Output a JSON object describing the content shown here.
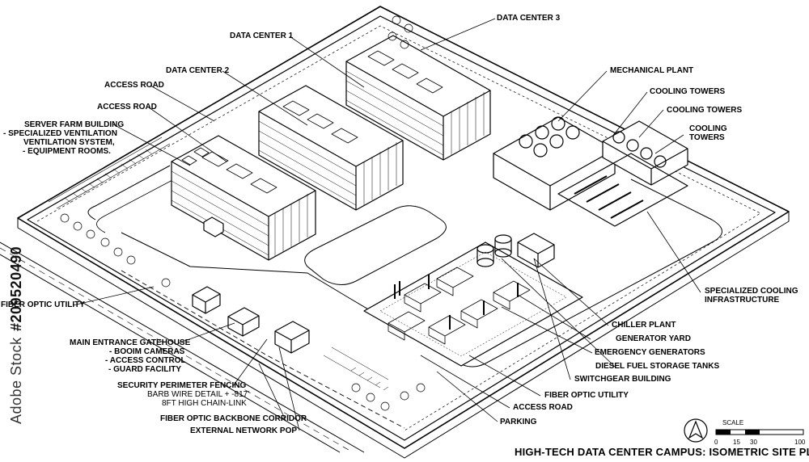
{
  "labels": {
    "data_center_3": "DATA CENTER 3",
    "data_center_1": "DATA CENTER 1",
    "data_center_2": "DATA CENTER 2",
    "access_road_1": "ACCESS ROAD",
    "access_road_2": "ACCESS ROAD",
    "server_farm": "SERVER FARM BUILDING",
    "server_farm_l1": "- SPECIALIZED VENTILATION",
    "server_farm_l2": "VENTILATION SYSTEM,",
    "server_farm_l3": "- EQUIPMENT ROOMS.",
    "fiber_optic_utility_left": "FIBER OPTIC UTILITY",
    "gatehouse": "MAIN ENTRANCE GATEHOUSE",
    "gatehouse_l1": "- BOOIM CAMERAS",
    "gatehouse_l2": "- ACCESS CONTROL",
    "gatehouse_l3": "- GUARD FACILITY",
    "fencing": "SECURITY PERIMETER FENCING",
    "fencing_l1": "BARB WIRE DETAIL + -817'",
    "fencing_l2": "8FT HIGH CHAIN-LINK",
    "backbone": "FIBER OPTIC BACKBONE CORRIDOR",
    "network_pop": "EXTERNAL NETWORK POP",
    "mechanical_plant": "MECHANICAL PLANT",
    "cooling_towers_1": "COOLING TOWERS",
    "cooling_towers_2": "COOLING TOWERS",
    "cooling_towers_3a": "COOLING",
    "cooling_towers_3b": "TOWERS",
    "cooling_infra_1": "SPECIALIZED COOLING",
    "cooling_infra_2": "INFRASTRUCTURE",
    "chiller_plant": "CHILLER PLANT",
    "generator_yard": "GENERATOR YARD",
    "emergency_generators": "EMERGENCY GENERATORS",
    "diesel_tanks": "DIESEL FUEL STORAGE TANKS",
    "switchgear": "SWITCHGEAR BUILDING",
    "fiber_optic_utility_right": "FIBER OPTIC UTILITY",
    "access_road_3": "ACCESS ROAD",
    "parking": "PARKING"
  },
  "scale": {
    "label": "SCALE",
    "ticks": [
      "0",
      "15",
      "30",
      "100"
    ]
  },
  "north_arrow": "north-arrow-icon",
  "title": "HIGH-TECH DATA CENTER CAMPUS: ISOMETRIC SITE PLAN",
  "watermark": {
    "text": "Adobe Stock",
    "id": "#209520490"
  },
  "colors": {
    "ink": "#000000",
    "paper": "#ffffff"
  }
}
